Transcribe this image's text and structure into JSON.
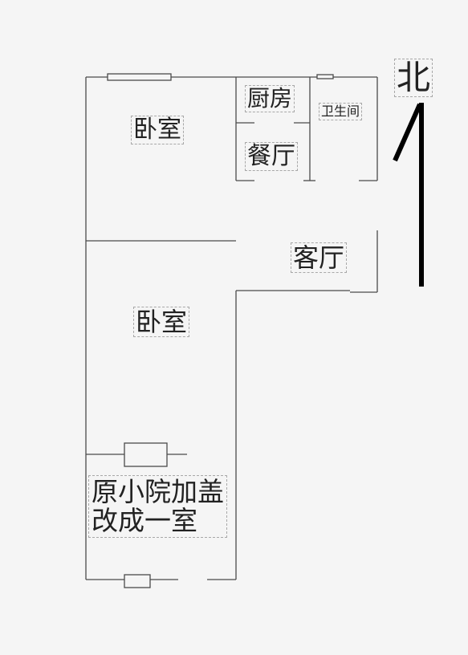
{
  "rooms": {
    "bedroom_top": "卧室",
    "kitchen": "厨房",
    "bathroom": "卫生间",
    "dining": "餐厅",
    "living": "客厅",
    "bedroom_main": "卧室",
    "converted_line1": "原小院加盖",
    "converted_line2": "改成一室"
  },
  "compass": {
    "label": "北"
  },
  "colors": {
    "line": "#4a4a4a",
    "arrow": "#000000",
    "background": "#f5f5f5"
  }
}
